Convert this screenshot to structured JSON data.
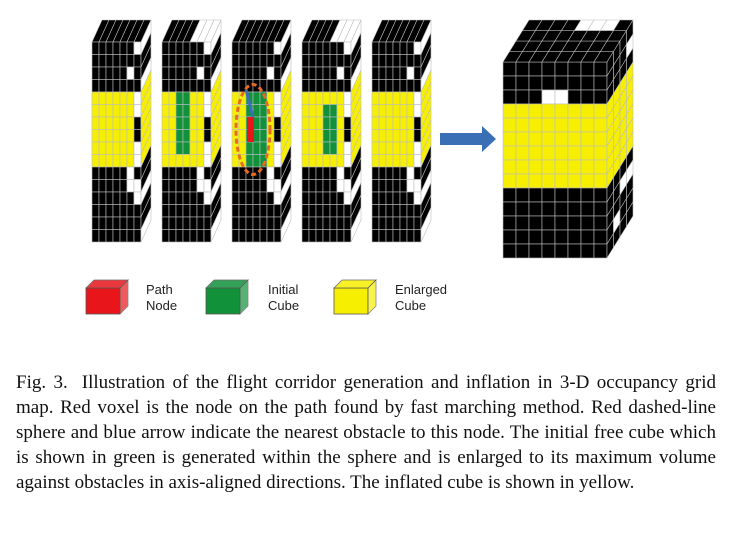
{
  "legend": {
    "path_node_line1": "Path",
    "path_node_line2": "Node",
    "initial_cube_line1": "Initial",
    "initial_cube_line2": "Cube",
    "enlarged_cube_line1": "Enlarged",
    "enlarged_cube_line2": "Cube"
  },
  "colors": {
    "obstacle": "#000000",
    "free": "#ffffff",
    "enlarged": "#f7ef02",
    "initial": "#10913a",
    "path_node": "#e8161b",
    "sphere": "#e76a22",
    "arrow": "#3a6fb5",
    "grid_line": "#bdbdbd"
  },
  "caption": {
    "label": "Fig. 3.",
    "text": "Illustration of the flight corridor generation and inflation in 3-D occupancy grid map. Red voxel is the node on the path found by fast marching method. Red dashed-line sphere and blue arrow indicate the nearest obstacle to this node. The initial free cube which is shown in green is generated within the sphere and is enlarged to its maximum volume against obstacles in axis-aligned directions. The inflated cube is shown in yellow."
  }
}
